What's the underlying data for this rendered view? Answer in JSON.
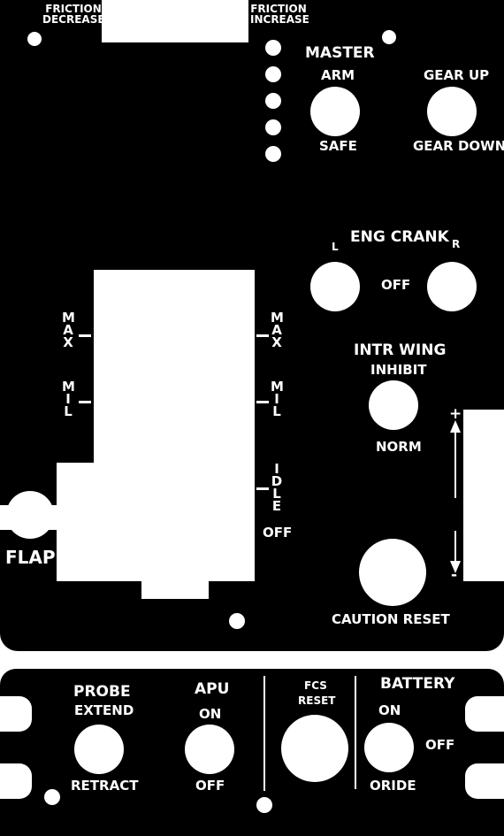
{
  "friction": {
    "decrease_label": "FRICTION\nDECREASE",
    "increase_label": "FRICTION\nINCREASE"
  },
  "master": {
    "title": "MASTER",
    "arm": "ARM",
    "safe": "SAFE"
  },
  "gear": {
    "up": "GEAR UP",
    "down": "GEAR DOWN"
  },
  "eng_crank": {
    "title": "ENG CRANK",
    "left": "L",
    "right": "R",
    "off": "OFF"
  },
  "intr_wing": {
    "title": "INTR WING",
    "inhibit": "INHIBIT",
    "norm": "NORM"
  },
  "throttle": {
    "max": "MAX",
    "mil": "MIL",
    "idle": "IDLE",
    "off": "OFF"
  },
  "flap": {
    "label": "FLAP"
  },
  "trim": {
    "plus": "+",
    "minus": "-"
  },
  "caution_reset": {
    "label": "CAUTION RESET"
  },
  "probe": {
    "title": "PROBE",
    "extend": "EXTEND",
    "retract": "RETRACT"
  },
  "apu": {
    "title": "APU",
    "on": "ON",
    "off": "OFF"
  },
  "fcs": {
    "title": "FCS",
    "reset": "RESET"
  },
  "battery": {
    "title": "BATTERY",
    "on": "ON",
    "off": "OFF",
    "oride": "ORIDE"
  }
}
